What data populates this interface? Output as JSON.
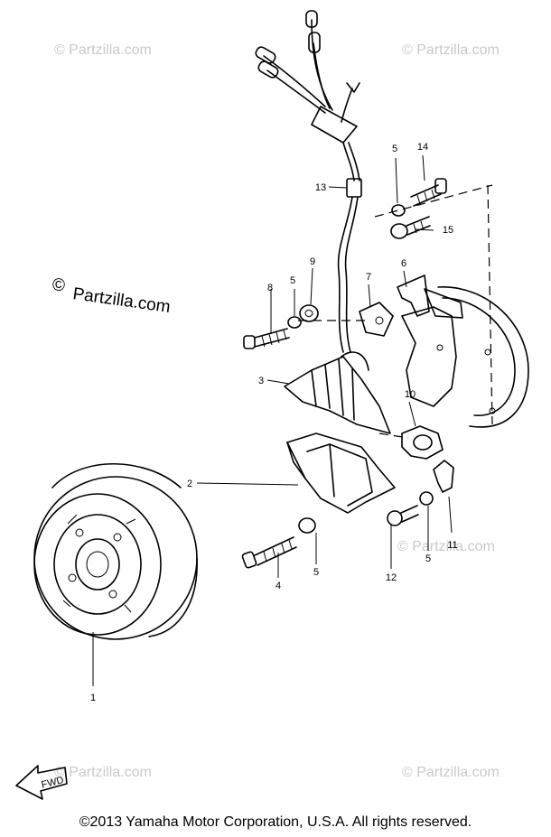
{
  "watermarks": {
    "small": "© Partzilla.com",
    "large_symbol": "©",
    "large_text": "Partzilla.com"
  },
  "callouts": {
    "c1": "1",
    "c2": "2",
    "c3": "3",
    "c4": "4",
    "c5a": "5",
    "c5b": "5",
    "c5c": "5",
    "c5d": "5",
    "c6": "6",
    "c7": "7",
    "c8": "8",
    "c9": "9",
    "c10": "10",
    "c11": "11",
    "c12": "12",
    "c13": "13",
    "c14": "14",
    "c15": "15"
  },
  "fwd_label": "FWD",
  "copyright": "©2013  Yamaha Motor Corporation, U.S.A. All rights reserved."
}
